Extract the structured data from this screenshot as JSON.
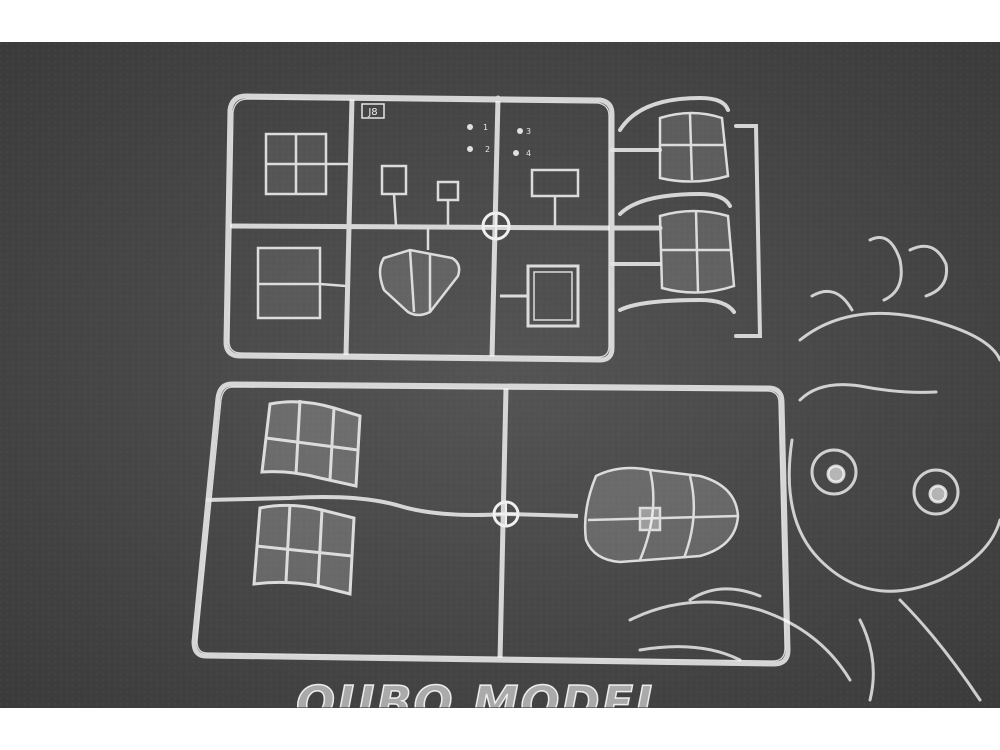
{
  "photo": {
    "background_color": "#4a4a4a",
    "band_color": "#ffffff",
    "sprue_color": "#e6e6e6",
    "labels": {
      "upper_sprue_tag": "J8",
      "tag_1": "1",
      "tag_2": "2",
      "tag_3": "3",
      "tag_4": "4"
    }
  },
  "watermark": {
    "text": "OUBO MODEL",
    "icon": "cartoon-mascot-watermark-icon"
  }
}
